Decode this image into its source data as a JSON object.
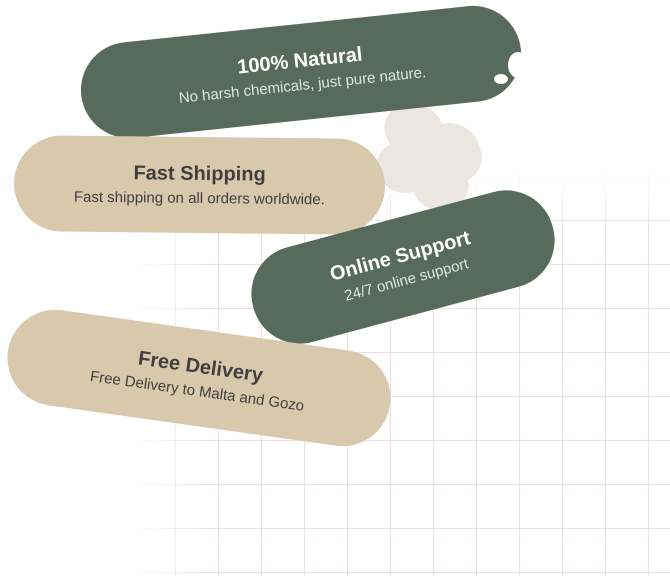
{
  "colors": {
    "green_pill": "#566b5b",
    "beige_pill": "#d8c9ac",
    "blob": "#ebe7e0",
    "grid_line": "#e2c4cb",
    "dark_text": "#3f3f3f",
    "light_text": "#ffffff"
  },
  "features": [
    {
      "title": "100% Natural",
      "description": "No harsh chemicals, just pure nature."
    },
    {
      "title": "Fast Shipping",
      "description": "Fast shipping on all orders worldwide."
    },
    {
      "title": "Online Support",
      "description": "24/7 online support"
    },
    {
      "title": "Free Delivery",
      "description": "Free Delivery to Malta and Gozo"
    }
  ]
}
